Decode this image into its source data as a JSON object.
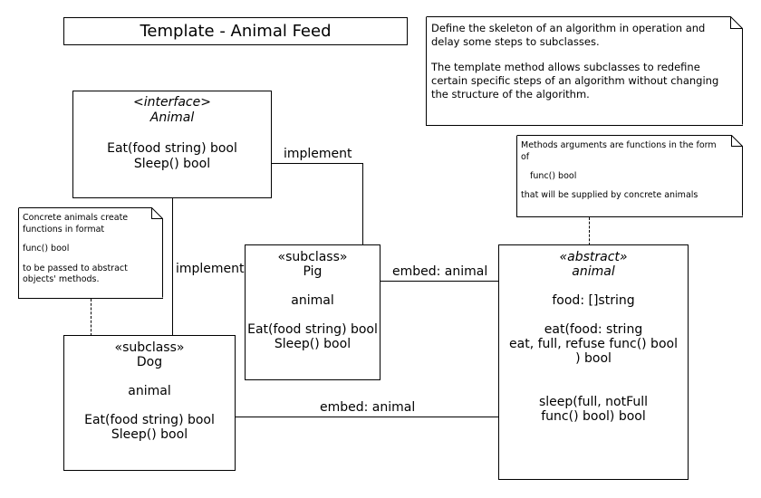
{
  "title": "Template - Animal Feed",
  "description_note": {
    "line1": "Define the skeleton of an algorithm in operation and",
    "line2": "delay some steps to subclasses.",
    "line3": "The template method allows subclasses to redefine",
    "line4": "certain specific steps of an algorithm without changing",
    "line5": "the structure of the algorithm."
  },
  "methods_note": {
    "line1": "Methods arguments are functions in the form",
    "line2": "of",
    "line3": "func() bool",
    "line4": "that will be supplied by concrete animals"
  },
  "concrete_note": {
    "line1": "Concrete animals create",
    "line2": "functions in format",
    "line3": "func() bool",
    "line4": "to be passed to abstract",
    "line5": "objects' methods."
  },
  "interface_animal": {
    "stereotype": "<interface>",
    "name": "Animal",
    "method1": "Eat(food string) bool",
    "method2": "Sleep() bool"
  },
  "pig": {
    "stereotype": "«subclass»",
    "name": "Pig",
    "field": "animal",
    "method1": "Eat(food string) bool",
    "method2": "Sleep() bool"
  },
  "dog": {
    "stereotype": "«subclass»",
    "name": "Dog",
    "field": "animal",
    "method1": "Eat(food string) bool",
    "method2": "Sleep() bool"
  },
  "abstract_animal": {
    "stereotype": "«abstract»",
    "name": "animal",
    "field": "food: []string",
    "eat1": "eat(food: string",
    "eat2": "eat, full, refuse func() bool",
    "eat3": ") bool",
    "sleep1": "sleep(full, notFull",
    "sleep2": "func() bool) bool"
  },
  "relations": {
    "implement_pig": "implement",
    "implement_dog": "implement",
    "embed_pig": "embed: animal",
    "embed_dog": "embed: animal"
  }
}
